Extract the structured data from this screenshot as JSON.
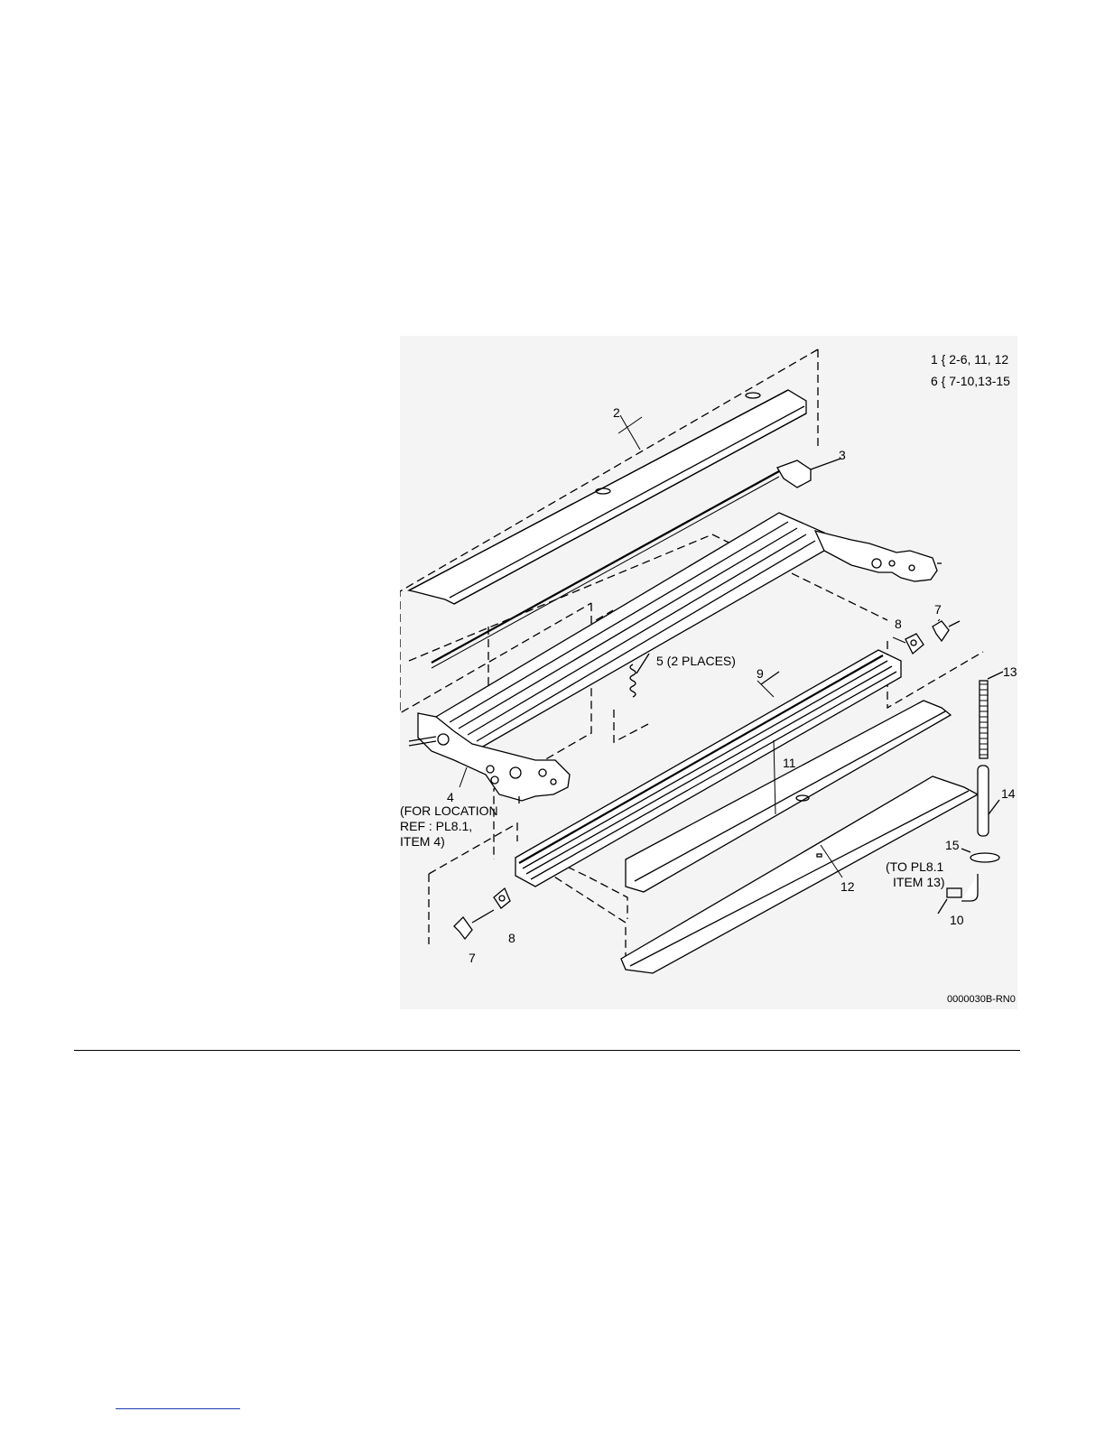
{
  "legend": {
    "line1": "1 { 2-6, 11, 12",
    "line2": "6 { 7-10,13-15"
  },
  "callouts": {
    "c2": "2",
    "c3": "3",
    "c4": "4",
    "c4_note1": "(FOR LOCATION",
    "c4_note2": "REF : PL8.1,",
    "c4_note3": "ITEM 4)",
    "c5": "5 (2 PLACES)",
    "c7_right": "7",
    "c8_right": "8",
    "c9": "9",
    "c10": "10",
    "c10_note1": "(TO PL8.1",
    "c10_note2": "ITEM 13)",
    "c11": "11",
    "c12": "12",
    "c13": "13",
    "c14": "14",
    "c15": "15",
    "c7_left": "7",
    "c8_left": "8"
  },
  "figure_id": "0000030B-RN0"
}
